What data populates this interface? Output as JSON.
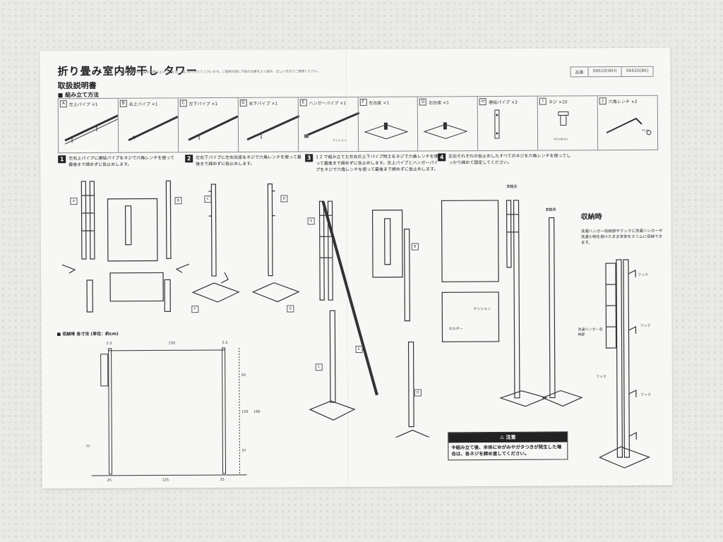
{
  "title": "折り畳み室内物干し タワー",
  "subtitle": "取扱説明書",
  "intro": "この度は、弊社製品をお買い上げいただき、誠にありがとうございます。ご使用の前に下記の注意をよく読み、正しい方法でご使用ください。",
  "section": "■ 組み立て方法",
  "codes": [
    "品番",
    "06610(WH)",
    "06620(BK)"
  ],
  "parts": [
    {
      "letter": "A",
      "name": "左上パイプ ×1"
    },
    {
      "letter": "B",
      "name": "右上パイプ ×1"
    },
    {
      "letter": "C",
      "name": "左下パイプ ×1"
    },
    {
      "letter": "D",
      "name": "右下パイプ ×1"
    },
    {
      "letter": "E",
      "name": "ハンガーパイプ ×1"
    },
    {
      "letter": "F",
      "name": "左台座 ×1"
    },
    {
      "letter": "G",
      "name": "右台座 ×1"
    },
    {
      "letter": "H",
      "name": "連結パイプ ×3"
    },
    {
      "letter": "I",
      "name": "ネジ ×10"
    },
    {
      "letter": "J",
      "name": "六角レンチ ×2"
    }
  ],
  "part_notes": {
    "cushion": "クッション",
    "screw_size": "M5×8mm",
    "wrench_size": "4mm"
  },
  "steps": [
    {
      "num": "1",
      "text": "左右上パイプに連結パイプをネジで六角レンチを使って最後まで締めずに仮止めします。"
    },
    {
      "num": "2",
      "text": "左右下パイプに左右台座をネジで六角レンチを使って最後まで締めずに仮止めします。"
    },
    {
      "num": "3",
      "text": "1 2 で組み立てた左右の上下パイプ同士をネジで六角レンチを使って最後まで締めずに仮止めします。左上パイプとハンガーパイプをネジで六角レンチを使って最後まで締めずに仮止めします。"
    },
    {
      "num": "4",
      "text": "左右それぞれの仮止めしたすべてのネジを六角レンチを使ってしっかり締めて固定してください。"
    }
  ],
  "dimensions_title": "■ 収納時 各寸法 (単位：約cm)",
  "dimensions": {
    "top_left": "2.5",
    "top_width": "150",
    "top_right": "2.5",
    "height_total": "160",
    "height_inner": "159",
    "bottom_mid": "125",
    "bottom_left": "25",
    "bottom_right": "25",
    "upper": "50",
    "lower": "77",
    "right_low": "37"
  },
  "labels": {
    "pillar_a": "支柱Ⓐ",
    "pillar_b": "支柱Ⓑ",
    "cushion": "クッション",
    "holder": "ホルダー",
    "hook": "フック",
    "laundry_hanger": "洗濯ハンガー収納部"
  },
  "storage": {
    "title": "収納時",
    "text": "洗濯ハンガー収納部やフックに洗濯ハンガーや洗濯小物を掛けたまま本体をスリムに収納できます。"
  },
  "caution": {
    "head": "⚠ 注意",
    "body": "※組み立て後、本体にゆがみやガタつきが発生した場合は、各ネジを締め直してください。"
  }
}
